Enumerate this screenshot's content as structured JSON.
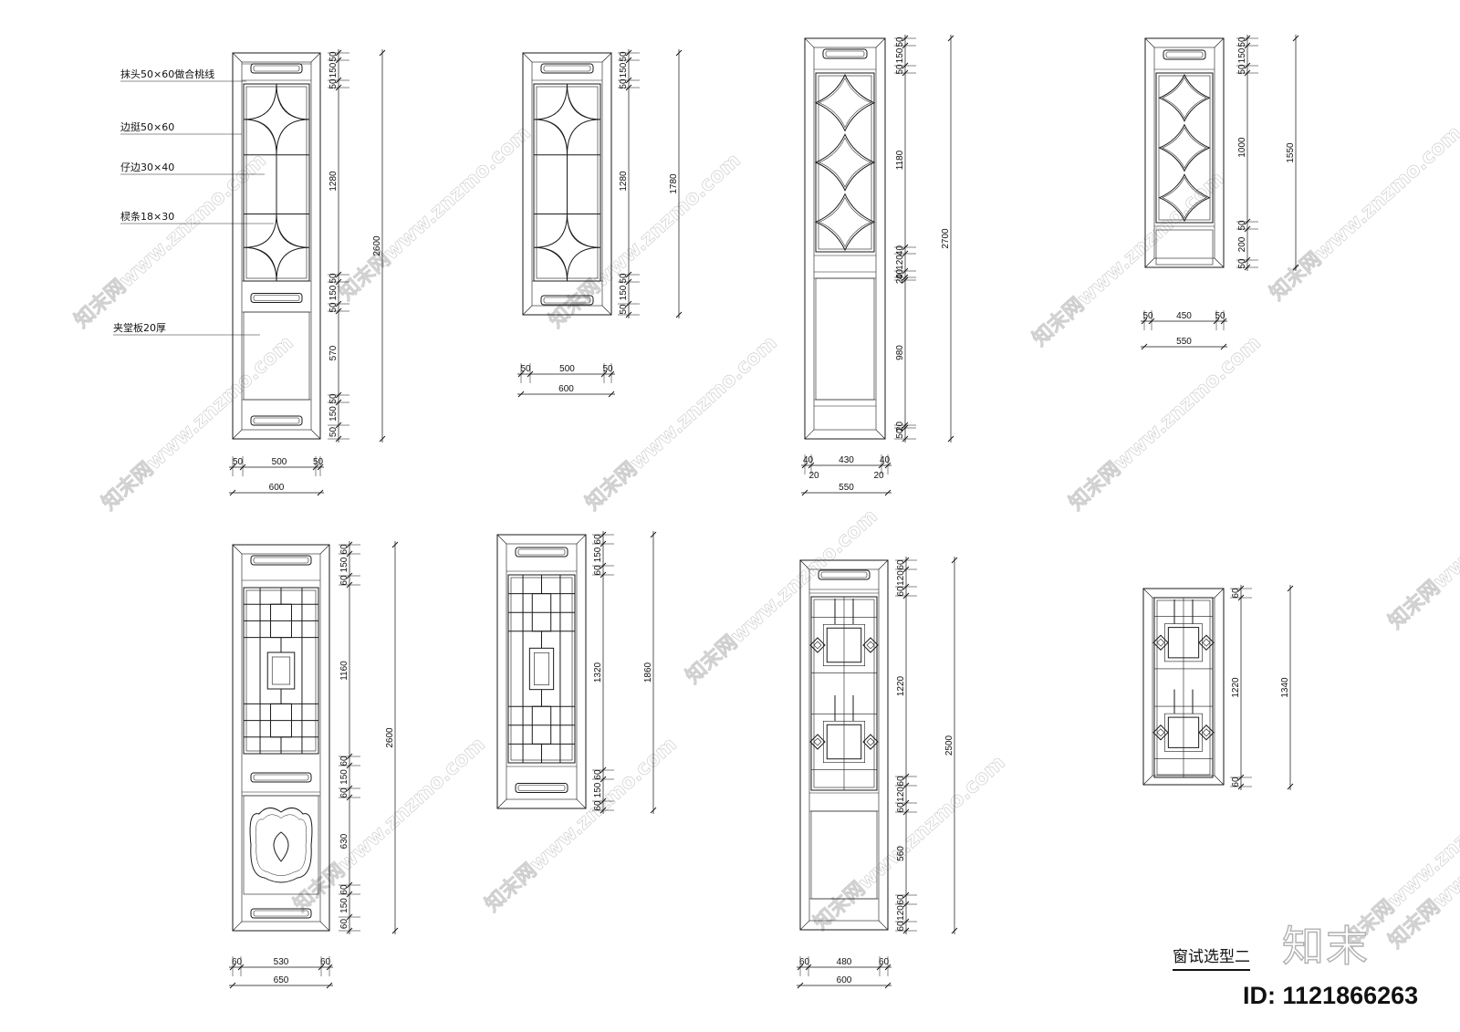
{
  "sheet": {
    "title": "窗试选型二",
    "brand": "知末",
    "id_label": "ID: 1121866263",
    "watermark": "知末网www.znzmo.com"
  },
  "callouts": [
    "抹头50×60做合桃线",
    "边挺50×60",
    "仔边30×40",
    "棂条18×30",
    "夹堂板20厚"
  ],
  "windows": [
    {
      "name": "window-1",
      "pattern": "petal",
      "panel": "plain",
      "v_inner": [
        "50",
        "150",
        "50",
        "1280",
        "50",
        "150",
        "50",
        "570",
        "50",
        "150",
        "50"
      ],
      "v_total": [
        "2600"
      ],
      "h_inner": [
        "50",
        "500",
        "50"
      ],
      "h_total": "600"
    },
    {
      "name": "window-2",
      "pattern": "petal",
      "v_inner": [
        "50",
        "150",
        "50",
        "1280",
        "50",
        "150",
        "50"
      ],
      "v_total": [
        "1780"
      ],
      "h_inner": [
        "50",
        "500",
        "50"
      ],
      "h_total": "600"
    },
    {
      "name": "window-3",
      "pattern": "begonia",
      "v_inner": [
        "50",
        "150",
        "50",
        "1180",
        "40",
        "120",
        "40",
        "20",
        "980",
        "20",
        "50"
      ],
      "v_total": [
        "2700"
      ],
      "h_inner": [
        "40",
        "430",
        "40"
      ],
      "h_sub": [
        "20",
        "20"
      ],
      "h_total": "550"
    },
    {
      "name": "window-4",
      "pattern": "begonia",
      "v_inner": [
        "50",
        "150",
        "50",
        "1000",
        "50",
        "200",
        "50"
      ],
      "v_total": [
        "1550"
      ],
      "h_inner": [
        "50",
        "450",
        "50"
      ],
      "h_total": "550"
    },
    {
      "name": "window-5",
      "pattern": "fret",
      "panel": "cloud",
      "v_inner": [
        "60",
        "150",
        "60",
        "1160",
        "60",
        "150",
        "60",
        "630",
        "60",
        "150",
        "60"
      ],
      "v_total": [
        "2600"
      ],
      "h_inner": [
        "60",
        "530",
        "60"
      ],
      "h_total": "650"
    },
    {
      "name": "window-6",
      "pattern": "fret",
      "v_inner": [
        "60",
        "150",
        "60",
        "1320",
        "60",
        "150",
        "60"
      ],
      "v_total": [
        "1860"
      ]
    },
    {
      "name": "window-7",
      "pattern": "knot",
      "panel": "plain",
      "v_inner": [
        "60",
        "120",
        "60",
        "1220",
        "60",
        "120",
        "60",
        "560",
        "60",
        "120",
        "60"
      ],
      "v_total": [
        "2500"
      ],
      "h_inner": [
        "60",
        "480",
        "60"
      ],
      "h_total": "600"
    },
    {
      "name": "window-8",
      "pattern": "knot",
      "v_inner": [
        "60",
        "1220",
        "60"
      ],
      "v_total": [
        "1340"
      ]
    }
  ]
}
